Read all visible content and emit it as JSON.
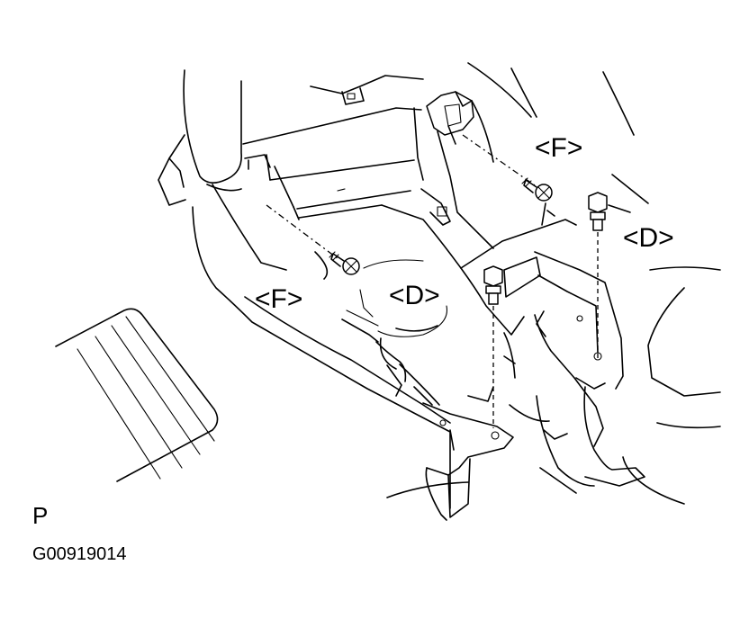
{
  "labels": {
    "f_upper": "<F>",
    "f_lower": "<F>",
    "d_right": "<D>",
    "d_center": "<D>"
  },
  "view_letter": "P",
  "figure_code": "G00919014"
}
